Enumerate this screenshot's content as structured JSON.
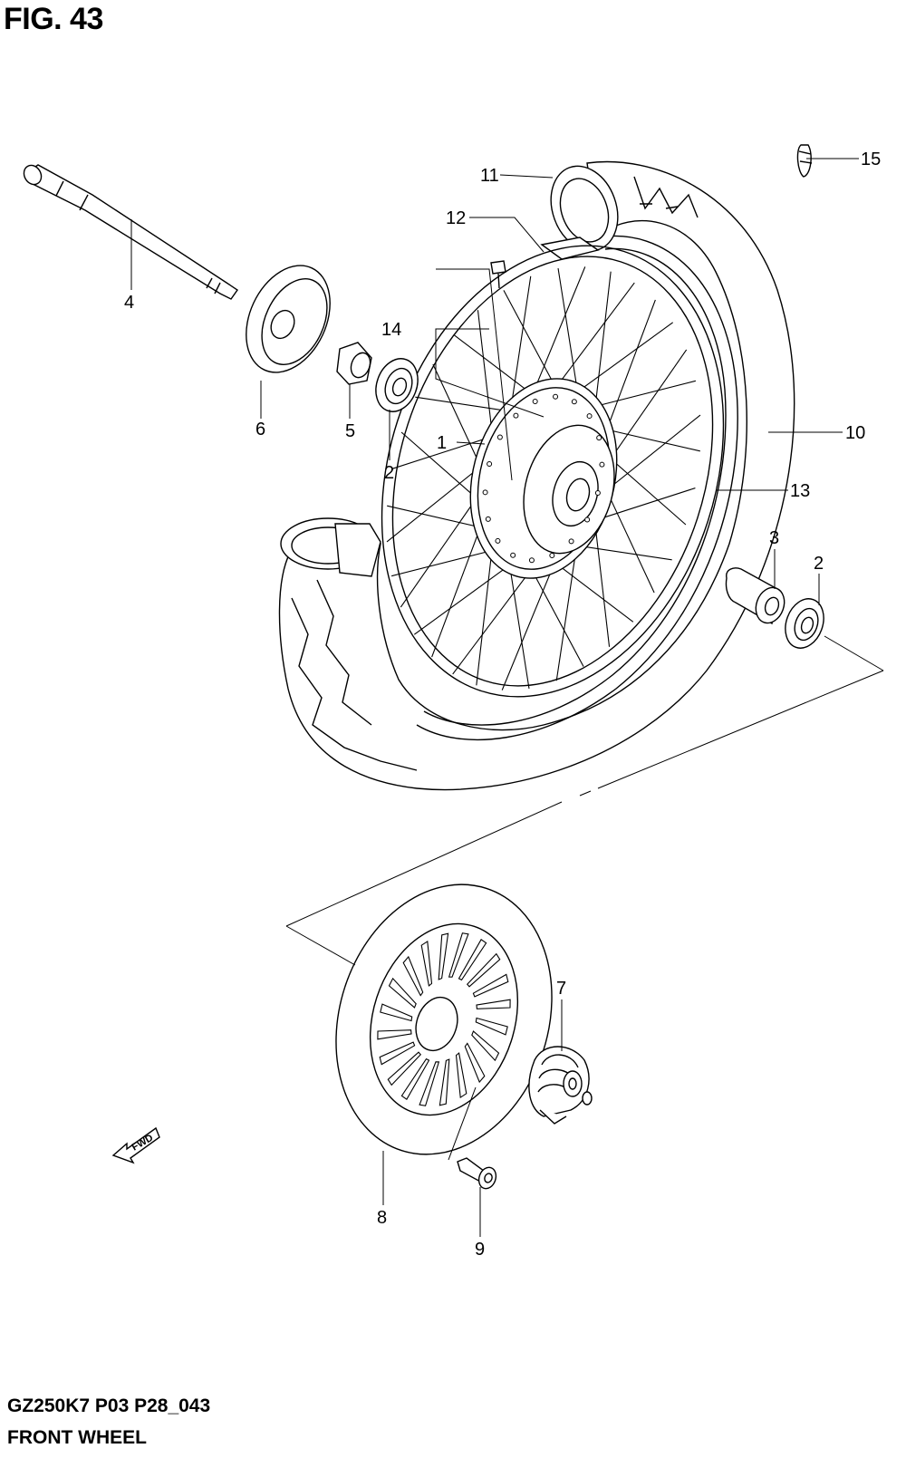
{
  "header": {
    "figure_label": "FIG. 43"
  },
  "footer": {
    "model_code": "GZ250K7 P03 P28_043",
    "section_name": "FRONT WHEEL"
  },
  "fwd_arrow": {
    "label": "FWD",
    "icon": "fwd-arrow-icon"
  },
  "callouts": [
    "1",
    "2",
    "2",
    "3",
    "4",
    "5",
    "6",
    "7",
    "8",
    "9",
    "10",
    "11",
    "12",
    "13",
    "14",
    "15"
  ]
}
